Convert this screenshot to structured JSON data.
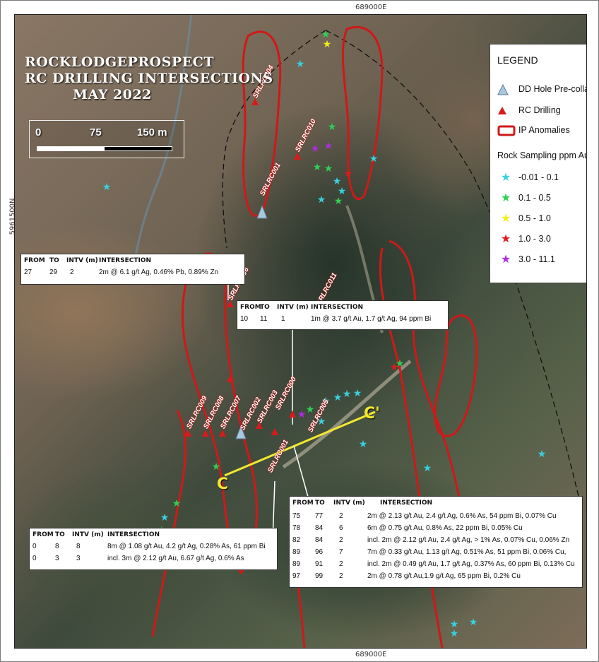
{
  "coords": {
    "easting_top": "689000E",
    "easting_bottom": "689000E",
    "northing": "5961500N"
  },
  "title": {
    "line1": [
      "ROCK",
      "LODGE",
      "PROSPECT"
    ],
    "line2": "RC DRILLING INTERSECTIONS",
    "line3": "MAY 2022"
  },
  "scalebar": {
    "l0": "0",
    "l1": "75",
    "l2": "150 m"
  },
  "legend": {
    "title": "LEGEND",
    "dd_label": "DD Hole Pre-collars",
    "rc_label": "RC Drilling",
    "ip_label": "IP Anomalies",
    "rock_title": "Rock Sampling ppm Au",
    "classes": [
      {
        "label": "-0.01 - 0.1",
        "color": "#39d0e0"
      },
      {
        "label": "0.1 - 0.5",
        "color": "#2fcf55"
      },
      {
        "label": "0.5 - 1.0",
        "color": "#f5ef1c"
      },
      {
        "label": "1.0 - 3.0",
        "color": "#e01a1a"
      },
      {
        "label": "3.0 - 11.1",
        "color": "#b02ce0"
      }
    ]
  },
  "colors": {
    "ip": "#d01818",
    "rc": "#d81a1a",
    "dd": "#a8c8e0",
    "section": "#f4e830"
  },
  "section_labels": {
    "start": "C",
    "end": "C'"
  },
  "hole_labels": [
    "SRLRC004",
    "SRLRC010",
    "SRLRC001",
    "SRLRC006",
    "SRLRC011",
    "SRLRC009",
    "SRLRC008",
    "SRLRC007",
    "SRLRC002",
    "SRLRC003",
    "SRLRC005",
    "SRLRC000",
    "SRLRC001"
  ],
  "tables": {
    "t1": {
      "headers": [
        "FROM",
        "TO",
        "INTV (m)",
        "INTERSECTION"
      ],
      "rows": [
        [
          "27",
          "29",
          "2",
          "2m @ 6.1 g/t Ag, 0.46% Pb, 0.89% Zn"
        ]
      ]
    },
    "t2": {
      "headers": [
        "FROM",
        "TO",
        "INTV (m)",
        "INTERSECTION"
      ],
      "rows": [
        [
          "10",
          "11",
          "1",
          "1m @ 3.7 g/t Au, 1.7 g/t Ag, 94 ppm Bi"
        ]
      ]
    },
    "t3": {
      "headers": [
        "FROM",
        "TO",
        "INTV (m)",
        "INTERSECTION"
      ],
      "rows": [
        [
          "0",
          "8",
          "8",
          "8m @ 1.08 g/t Au, 4.2 g/t Ag, 0.28% As, 61 ppm Bi"
        ],
        [
          "0",
          "3",
          "3",
          "incl. 3m @ 2.12 g/t Au, 6.67 g/t Ag, 0.6% As"
        ]
      ]
    },
    "t4": {
      "headers": [
        "FROM",
        "TO",
        "INTV (m)",
        "INTERSECTION"
      ],
      "rows": [
        [
          "75",
          "77",
          "2",
          "2m @ 2.13 g/t Au, 2.4 g/t Ag, 0.6% As, 54 ppm Bi, 0.07% Cu"
        ],
        [
          "78",
          "84",
          "6",
          "6m @ 0.75 g/t Au, 0.8% As, 22 ppm Bi, 0.05% Cu"
        ],
        [
          "82",
          "84",
          "2",
          "incl. 2m @ 2.12 g/t Au, 2.4 g/t Ag, > 1% As, 0.07% Cu, 0.06% Zn"
        ],
        [
          "89",
          "96",
          "7",
          "7m @ 0.33 g/t Au, 1.13 g/t Ag, 0.51% As, 51 ppm Bi, 0.06% Cu,"
        ],
        [
          "89",
          "91",
          "2",
          "incl. 2m @ 0.49 g/t Au, 1.7 g/t Ag, 0.37% As, 60 ppm Bi, 0.13% Cu"
        ],
        [
          "97",
          "99",
          "2",
          "2m @ 0.78 g/t Au,1.9 g/t Ag, 65 ppm Bi, 0.2% Cu"
        ]
      ]
    }
  }
}
